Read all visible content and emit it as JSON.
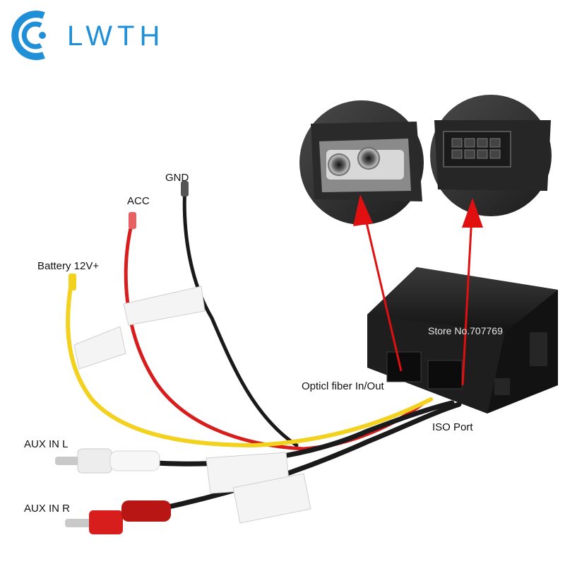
{
  "brand": {
    "name": "LWTH",
    "color": "#1f8fd8"
  },
  "watermark": "Store No.707769",
  "labels": {
    "gnd": "GND",
    "acc": "ACC",
    "battery": "Battery 12V+",
    "optical": "Opticl fiber In/Out",
    "iso": "ISO Port",
    "aux_l": "AUX IN L",
    "aux_r": "AUX IN R"
  },
  "colors": {
    "arrow": "#e01010",
    "wire_red": "#d81d1d",
    "wire_yellow": "#f2d21e",
    "wire_black": "#1a1a1a"
  },
  "icons": [
    "brand-logo-icon",
    "optical-connector-photo",
    "iso-connector-photo",
    "decoder-box",
    "rca-plug-white",
    "rca-plug-red"
  ]
}
